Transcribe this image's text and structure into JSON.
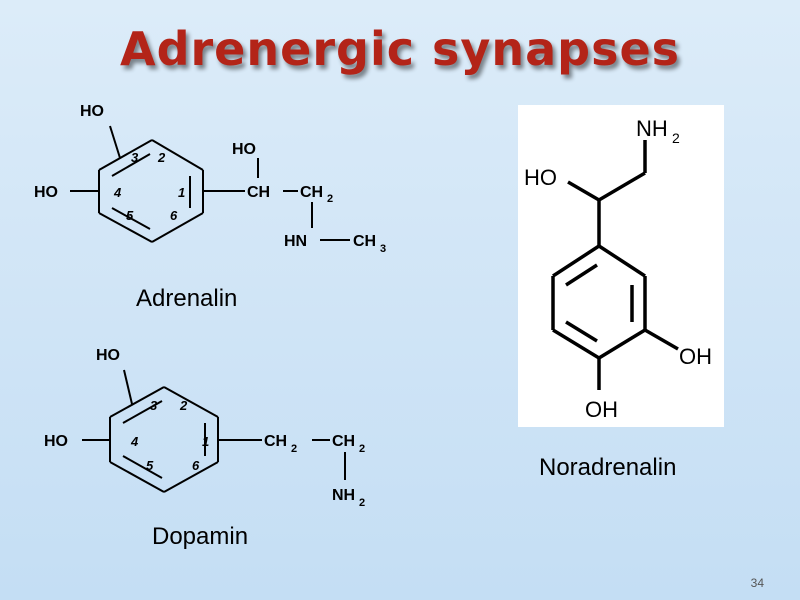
{
  "slide": {
    "title": "Adrenergic synapses",
    "page_number": "34"
  },
  "molecules": {
    "adrenalin": {
      "name": "Adrenalin",
      "groups": {
        "oh_top": "HO",
        "oh_left": "HO",
        "side_oh": "HO",
        "ch": "CH",
        "ch2": "CH",
        "ch2_sub": "2",
        "hn": "HN",
        "ch3": "CH",
        "ch3_sub": "3"
      },
      "ring_numbers": [
        "1",
        "2",
        "3",
        "4",
        "5",
        "6"
      ]
    },
    "dopamin": {
      "name": "Dopamin",
      "groups": {
        "oh_top": "HO",
        "oh_left": "HO",
        "ch2a": "CH",
        "ch2a_sub": "2",
        "ch2b": "CH",
        "ch2b_sub": "2",
        "nh2": "NH",
        "nh2_sub": "2"
      },
      "ring_numbers": [
        "1",
        "2",
        "3",
        "4",
        "5",
        "6"
      ]
    },
    "noradrenalin": {
      "name": "Noradrenalin",
      "groups": {
        "nh2": "NH",
        "nh2_sub": "2",
        "ho": "HO",
        "oh_right": "OH",
        "oh_bottom": "OH"
      }
    }
  }
}
